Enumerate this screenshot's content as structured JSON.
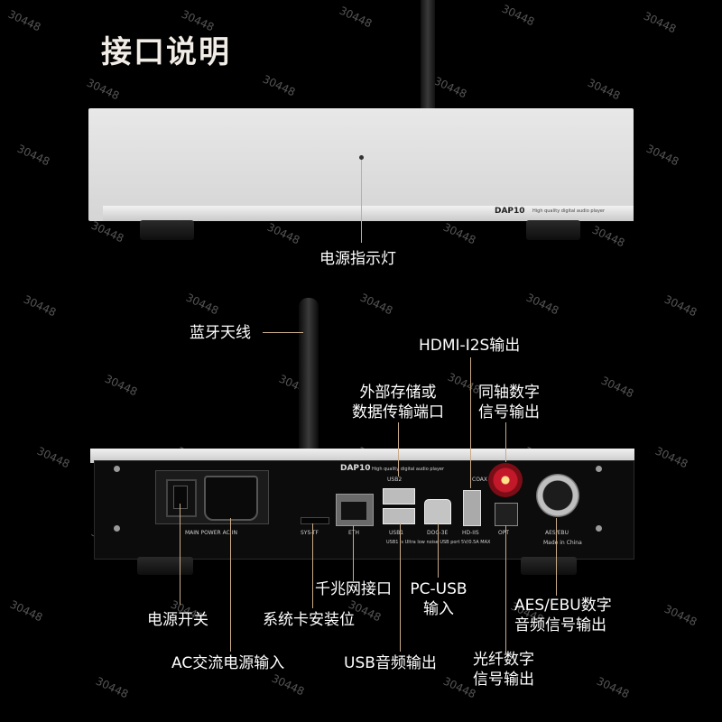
{
  "page_title": "接口说明",
  "watermark": "30448",
  "top_device": {
    "model": "DAP10",
    "tagline": "High quality digital audio player"
  },
  "back_panel": {
    "model": "DAP10",
    "tagline": "High quality digital audio player",
    "port_labels": {
      "power": "MAIN POWER AC IN",
      "sys_tf": "SYS-TF",
      "eth": "ETH",
      "usb1": "USB1",
      "usb2": "USB2",
      "dac": "DOC-3E",
      "hdmi": "HD-IIS",
      "coax": "COAX",
      "opt": "OPT",
      "aes": "AES/EBU",
      "made_in": "Made in China",
      "note": "USB1 is Ultra low noise USB port 5V/0.5A MAX"
    }
  },
  "callouts": {
    "power_indicator": "电源指示灯",
    "bt_antenna": "蓝牙天线",
    "hdmi_i2s_line1": "HDMI-I2S输出",
    "storage_line1": "外部存储或",
    "storage_line2": "数据传输端口",
    "coax_line1": "同轴数字",
    "coax_line2": "信号输出",
    "gigabit": "千兆网接口",
    "pc_usb_line1": "PC-USB",
    "pc_usb_line2": "输入",
    "aes_line1": "AES/EBU数字",
    "aes_line2": "音频信号输出",
    "power_switch": "电源开关",
    "sys_card": "系统卡安装位",
    "ac_input": "AC交流电源输入",
    "usb_audio": "USB音频输出",
    "optical_line1": "光纤数字",
    "optical_line2": "信号输出"
  },
  "colors": {
    "background": "#000000",
    "leader_line": "#c9ab8a",
    "title": "#f2ece6"
  }
}
